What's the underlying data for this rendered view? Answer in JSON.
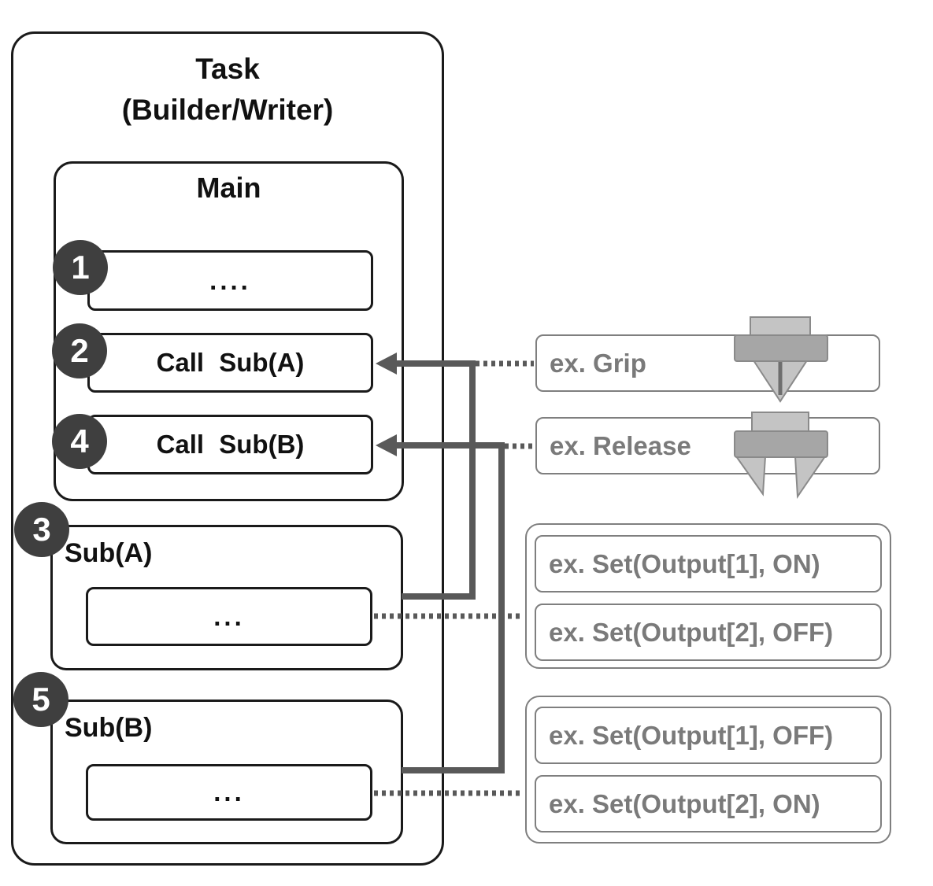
{
  "colors": {
    "background": "#ffffff",
    "box_border": "#1a1a1a",
    "badge_bg": "#3f3f3f",
    "badge_text": "#ffffff",
    "connector": "#595959",
    "example_border": "#7f7f7f",
    "example_text": "#7a7a7a",
    "icon_light": "#c4c4c4",
    "icon_dark": "#a6a6a6",
    "icon_outline": "#8a8a8a"
  },
  "task": {
    "title_line1": "Task",
    "title_line2": "(Builder/Writer)",
    "main": {
      "title": "Main",
      "rows": [
        {
          "badge": "1",
          "label": "...."
        },
        {
          "badge": "2",
          "label": "Call Sub(A)"
        },
        {
          "badge": "4",
          "label": "Call Sub(B)"
        }
      ]
    },
    "subroutines": [
      {
        "badge": "3",
        "title": "Sub(A)",
        "body": "..."
      },
      {
        "badge": "5",
        "title": "Sub(B)",
        "body": "..."
      }
    ]
  },
  "annotations": {
    "grip": {
      "label": "ex. Grip",
      "icon": "gripper-closed-icon"
    },
    "release": {
      "label": "ex. Release",
      "icon": "gripper-open-icon"
    },
    "sub_a_examples": {
      "items": [
        {
          "label": "ex. Set(Output[1], ON)"
        },
        {
          "label": "ex. Set(Output[2], OFF)"
        }
      ]
    },
    "sub_b_examples": {
      "items": [
        {
          "label": "ex. Set(Output[1], OFF)"
        },
        {
          "label": "ex. Set(Output[2], ON)"
        }
      ]
    }
  }
}
